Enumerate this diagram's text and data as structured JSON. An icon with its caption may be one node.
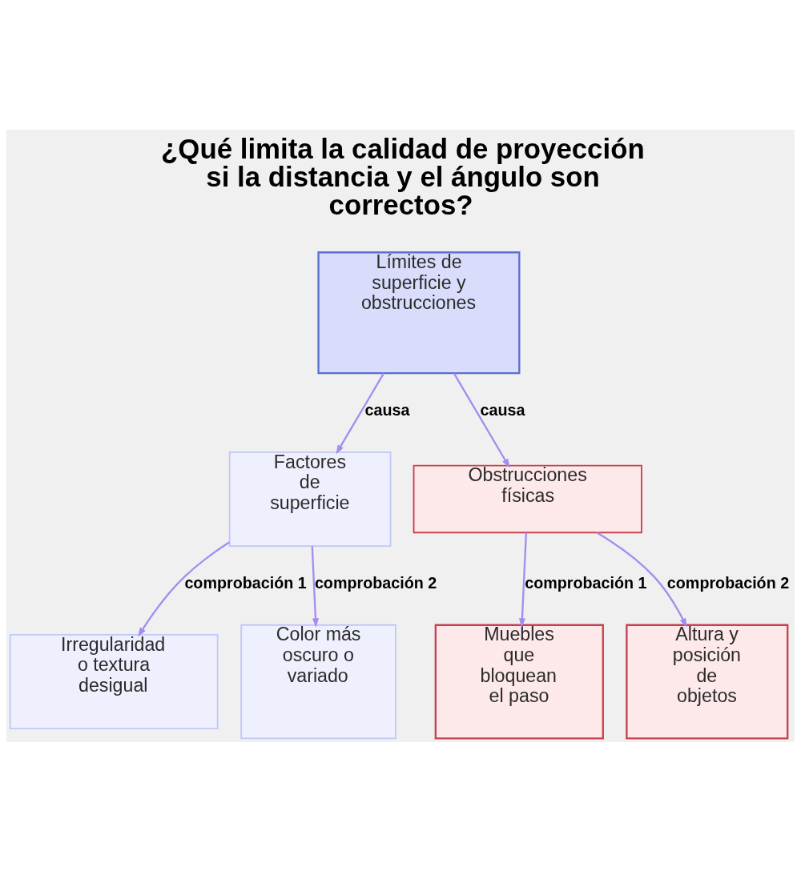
{
  "diagram": {
    "title": "¿Qué limita la calidad de proyección si la distancia y el ángulo son correctos?",
    "nodes": [
      {
        "text": [
          "Límites de superficie y obstrucciones"
        ]
      },
      {
        "text": [
          "Factores de superficie"
        ]
      },
      {
        "text": [
          "Obstrucciones físicas"
        ]
      },
      {
        "text": [
          "Irregularidad o textura desigual"
        ]
      },
      {
        "text": [
          "Color más oscuro o variado"
        ]
      },
      {
        "text": [
          "Muebles que bloquean el paso"
        ]
      },
      {
        "text": [
          "Altura y posición de objetos"
        ]
      }
    ],
    "edges": [
      {
        "from": 0,
        "to": 1,
        "arrow": "to",
        "label": "causa"
      },
      {
        "from": 0,
        "to": 2,
        "arrow": "to",
        "label": "causa"
      },
      {
        "from": 1,
        "to": 3,
        "arrow": "to",
        "label": "comprobación 1"
      },
      {
        "from": 1,
        "to": 4,
        "arrow": "to",
        "label": "comprobación 2"
      },
      {
        "from": 2,
        "to": 5,
        "arrow": "to",
        "label": "comprobación 1"
      },
      {
        "from": 2,
        "to": 6,
        "arrow": "to",
        "label": "comprobación 2"
      }
    ]
  }
}
